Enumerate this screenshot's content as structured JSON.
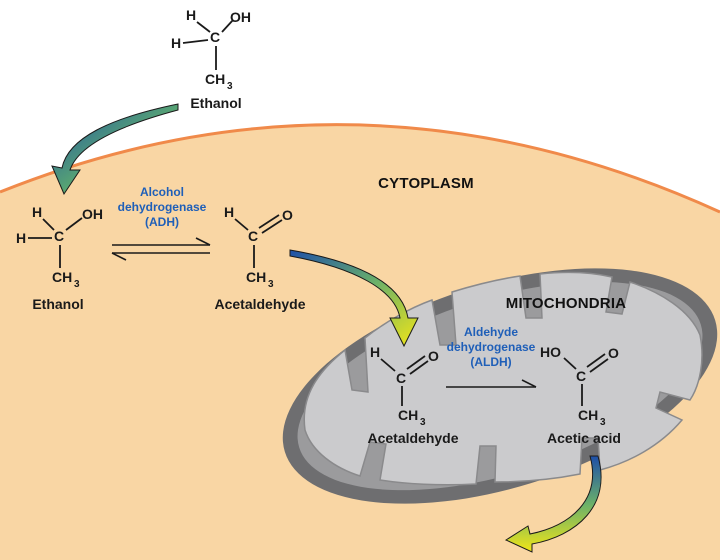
{
  "labels": {
    "cytoplasm": "CYTOPLASM",
    "mitochondria": "MITOCHONDRIA"
  },
  "atoms": {
    "h": "H",
    "c": "C",
    "o": "O",
    "oh": "OH",
    "ho": "HO",
    "ch": "CH",
    "three": "3"
  },
  "molecules": {
    "ethanol_outside": "Ethanol",
    "ethanol_cytoplasm": "Ethanol",
    "acetaldehyde_cytoplasm": "Acetaldehyde",
    "acetaldehyde_mito": "Acetaldehyde",
    "acetic_acid": "Acetic acid"
  },
  "enzymes": {
    "adh": [
      "Alcohol",
      "dehydrogenase",
      "(ADH)"
    ],
    "aldh": [
      "Aldehyde",
      "dehydrogenase",
      "(ALDH)"
    ]
  },
  "colors": {
    "cytoplasm_fill": "#f9d6a4",
    "cell_membrane": "#f08a4a",
    "mito_outer": "#6e6e70",
    "mito_matrix": "#c9c9cb",
    "enzyme_text": "#1f5fb8",
    "arrow_gradient": [
      "#1e4fa8",
      "#f2e617"
    ]
  }
}
